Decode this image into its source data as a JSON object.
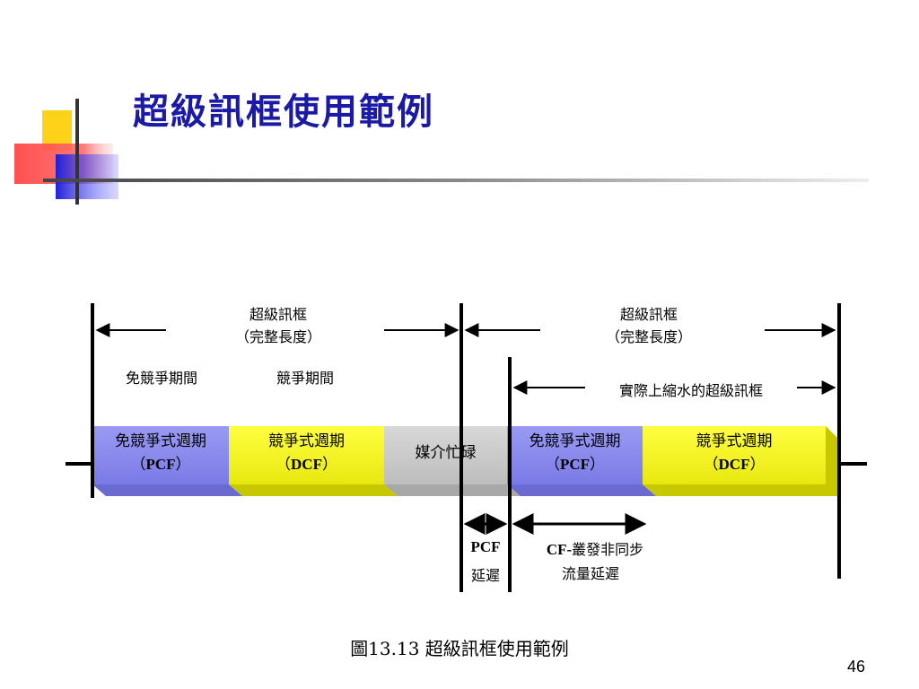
{
  "slide": {
    "title": "超級訊框使用範例",
    "page_number": "46",
    "caption": "圖13.13 超級訊框使用範例"
  },
  "diagram": {
    "superframe_left": {
      "line1": "超級訊框",
      "line2": "（完整長度）"
    },
    "superframe_right": {
      "line1": "超級訊框",
      "line2": "（完整長度）"
    },
    "cfp_period_label": "免競爭期間",
    "cp_period_label": "競爭期間",
    "shrunk_superframe_label": "實際上縮水的超級訊框",
    "segments": [
      {
        "line1": "免競爭式週期",
        "open": "（",
        "proto": "PCF",
        "close": "）",
        "color": "#8c8cf0"
      },
      {
        "line1": "競爭式週期",
        "open": "（",
        "proto": "DCF",
        "close": "）",
        "color": "#f3f32a"
      },
      {
        "line1": "媒介忙碌",
        "color": "#cccccc"
      },
      {
        "line1": "免競爭式週期",
        "open": "（",
        "proto": "PCF",
        "close": "）",
        "color": "#8c8cf0"
      },
      {
        "line1": "競爭式週期",
        "open": "（",
        "proto": "DCF",
        "close": "）",
        "color": "#f3f32a"
      }
    ],
    "pcf_delay": {
      "line1": "PCF",
      "line2": "延遲"
    },
    "cf_delay": {
      "prefix": "CF-",
      "line1_rest": "叢發非同步",
      "line2": "流量延遲"
    }
  }
}
